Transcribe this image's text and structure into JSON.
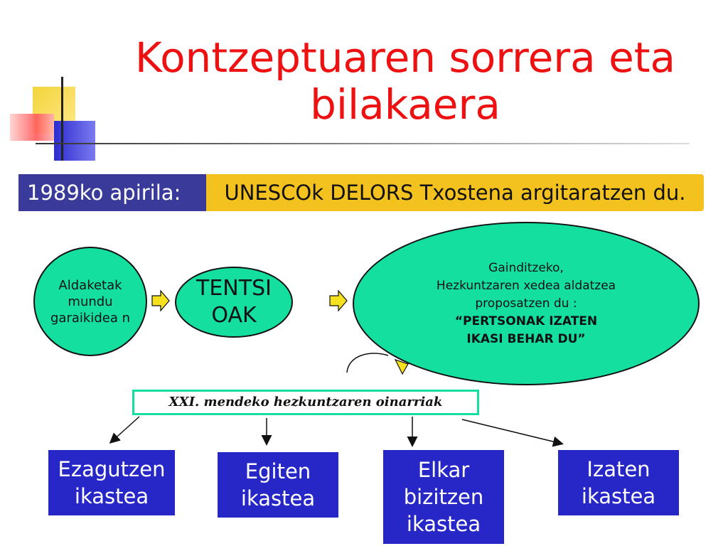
{
  "slide": {
    "title": "Kontzeptuaren sorrera eta bilakaera"
  },
  "timeline": {
    "date_label": "1989ko apirila:",
    "event_text": "UNESCOk DELORS Txostena argitaratzen du."
  },
  "flow": {
    "step1": "Aldaketak mundu garaikidea n",
    "step2": "TENTSI OAK",
    "step3_line1": "Gainditzeko,",
    "step3_line2": "Hezkuntzaren xedea aldatzea",
    "step3_line3": "proposatzen du :",
    "step3_quote_line1": "“PERTSONAK IZATEN",
    "step3_quote_line2": "IKASI BEHAR DU”"
  },
  "foundations": {
    "heading": "XXI. mendeko hezkuntzaren oinarriak",
    "pillars": [
      {
        "label": "Ezagutzen ikastea"
      },
      {
        "label": "Egiten ikastea"
      },
      {
        "label": "Elkar bizitzen ikastea"
      },
      {
        "label": "Izaten ikastea"
      }
    ]
  },
  "colors": {
    "title": "#ee1111",
    "ellipse_fill": "#14df9f",
    "pillar_fill": "#2727c8",
    "date_fill": "#3a3a9a",
    "event_fill": "#f3c21e",
    "arrow_fill": "#f5e11e"
  }
}
